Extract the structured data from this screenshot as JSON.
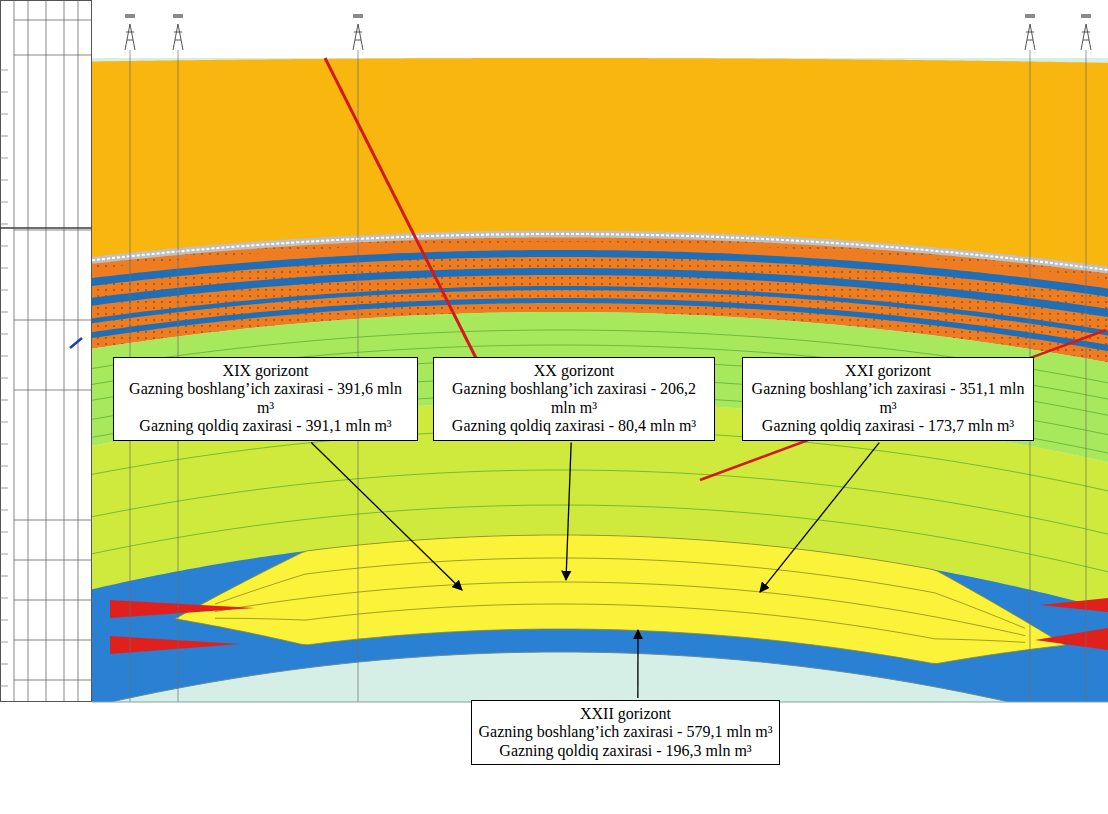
{
  "diagram": {
    "nodes": [
      {
        "text": [
          "XIX gorizont",
          "Gazning boshlang’ich zaxirasi - 391,6 mln m³",
          "Gazning qoldiq zaxirasi - 391,1 mln m³"
        ]
      },
      {
        "text": [
          "XX gorizont",
          "Gazning boshlang’ich zaxirasi - 206,2 mln m³",
          "Gazning qoldiq zaxirasi - 80,4 mln m³"
        ]
      },
      {
        "text": [
          "XXI gorizont",
          "Gazning boshlang’ich zaxirasi - 351,1 mln m³",
          "Gazning qoldiq zaxirasi - 173,7 mln m³"
        ]
      },
      {
        "text": [
          "XXII gorizont",
          "Gazning boshlang’ich zaxirasi - 579,1 mln m³",
          "Gazning qoldiq zaxirasi - 196,3 mln m³"
        ]
      }
    ]
  }
}
